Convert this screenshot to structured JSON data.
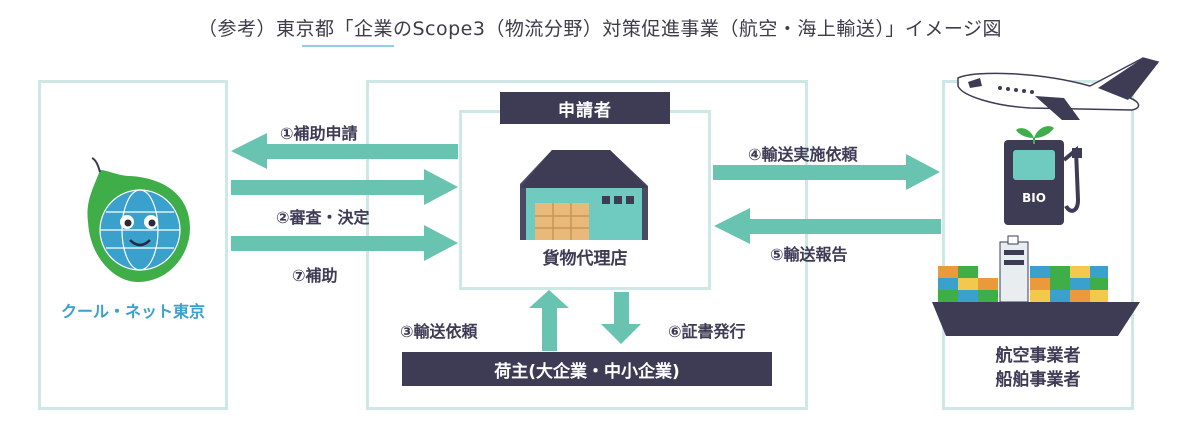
{
  "title": "（参考）東京都「企業のScope3（物流分野）対策促進事業（航空・海上輸送）」イメージ図",
  "left_panel": {
    "org_name": "クール・ネット東京"
  },
  "center_panel": {
    "applicant_label": "申請者",
    "agent_label": "貨物代理店",
    "shipper_label": "荷主(大企業・中小企業)"
  },
  "right_panel": {
    "airline_label": "航空事業者",
    "shipping_label": "船舶事業者",
    "fuel_pump_text": "BIO"
  },
  "flows": {
    "step1": "①補助申請",
    "step2": "②審査・決定",
    "step3": "③輸送依頼",
    "step4": "④輸送実施依頼",
    "step5": "⑤輸送報告",
    "step6": "⑥証書発行",
    "step7": "⑦補助"
  },
  "colors": {
    "arrow_green": "#68c4b0",
    "panel_border": "#cde8e6",
    "dark_bar": "#3e3b55",
    "logo_green": "#3fae49",
    "logo_blue": "#3aa0cc"
  }
}
